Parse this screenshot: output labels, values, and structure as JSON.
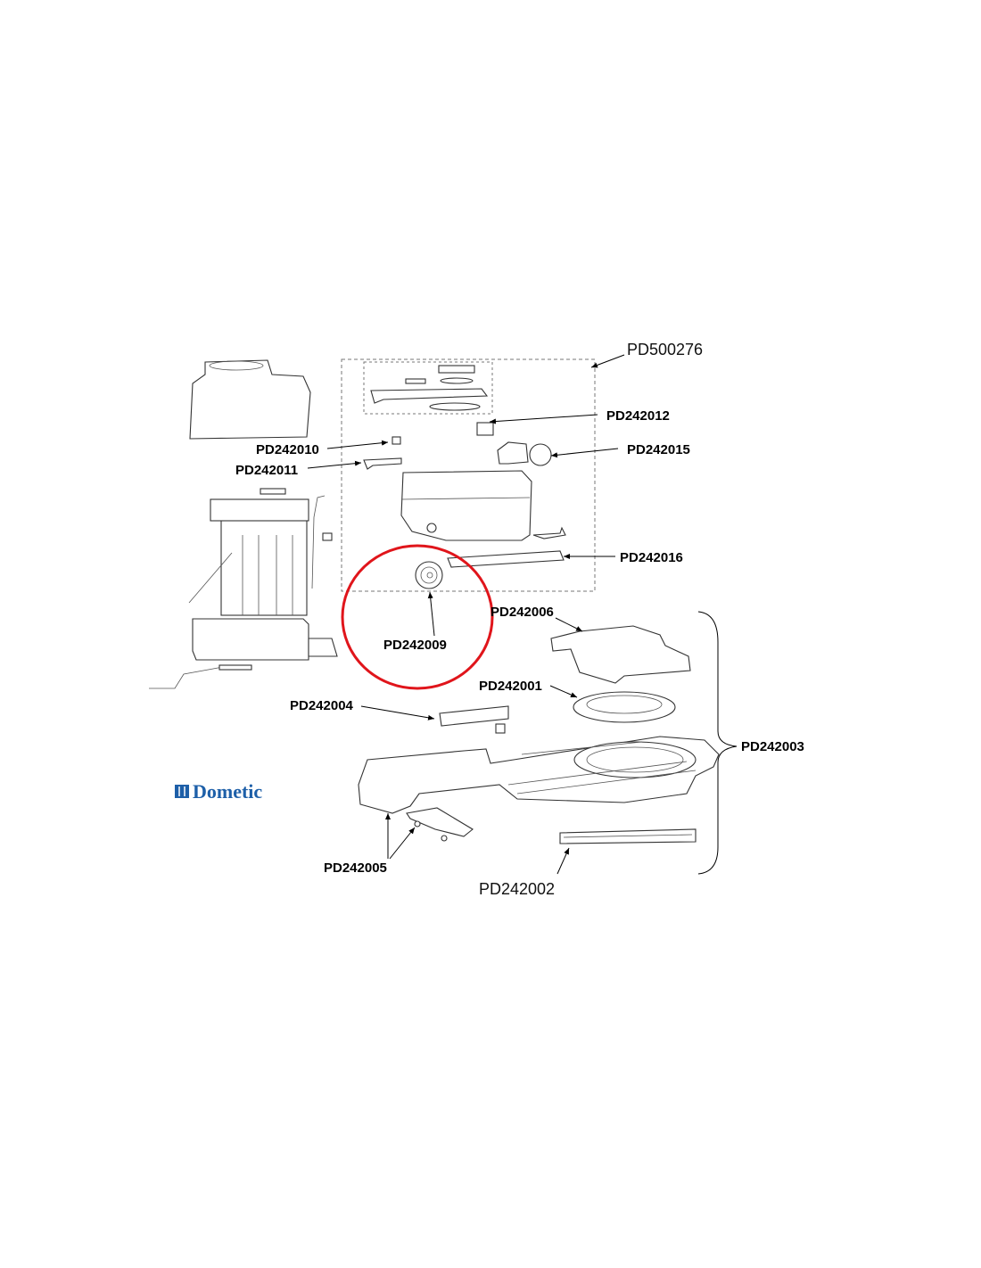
{
  "diagram": {
    "brand": "Dometic",
    "highlight_color": "#e0151b",
    "brand_color": "#1d5fa8",
    "labels": {
      "kit": "PD500276",
      "p12": "PD242012",
      "p15": "PD242015",
      "p10": "PD242010",
      "p11": "PD242011",
      "p16": "PD242016",
      "p06": "PD242006",
      "p09": "PD242009",
      "p01": "PD242001",
      "p04": "PD242004",
      "p03": "PD242003",
      "p05": "PD242005",
      "p02": "PD242002"
    }
  }
}
